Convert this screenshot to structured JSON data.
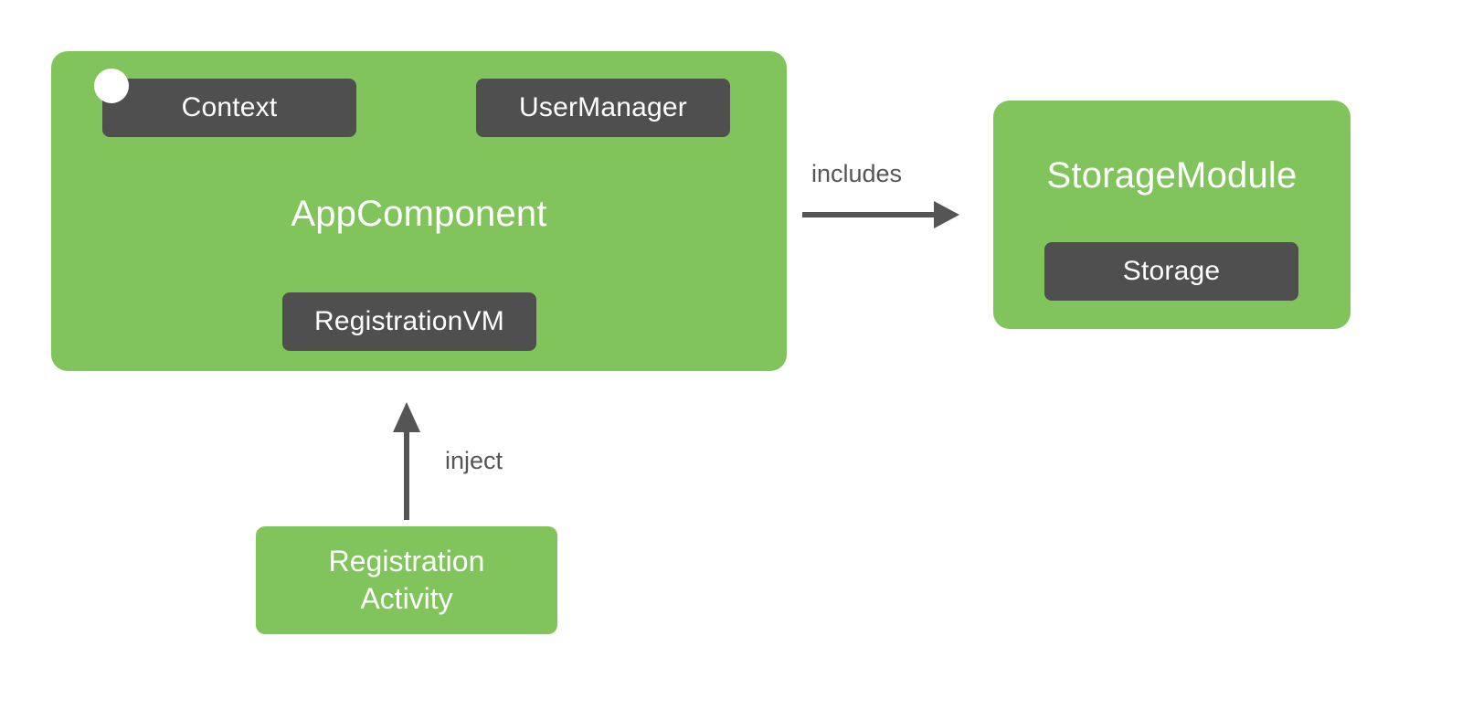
{
  "diagram": {
    "type": "dependency-injection-component-diagram",
    "background_color": "#FFFFFF",
    "palette": {
      "container_green": "#82C45C",
      "chip_dark": "#4F4F4F",
      "text_on_dark": "#FFFFFF",
      "text_on_green": "#FFFFFF",
      "edge_gray": "#555555",
      "entry_dot": "#FFFFFF"
    },
    "components": [
      {
        "id": "app-component",
        "title": "AppComponent",
        "kind": "component",
        "has_entry_point_marker": true,
        "dependencies": [
          {
            "id": "context",
            "label": "Context"
          },
          {
            "id": "user-manager",
            "label": "UserManager"
          },
          {
            "id": "registration-vm",
            "label": "RegistrationVM"
          }
        ]
      },
      {
        "id": "storage-module",
        "title": "StorageModule",
        "kind": "module",
        "has_entry_point_marker": false,
        "dependencies": [
          {
            "id": "storage",
            "label": "Storage"
          }
        ]
      }
    ],
    "nodes": [
      {
        "id": "registration-activity",
        "kind": "activity",
        "label_line1": "Registration",
        "label_line2": "Activity"
      }
    ],
    "edges": [
      {
        "id": "includes-edge",
        "label": "includes",
        "from": "app-component",
        "to": "storage-module",
        "direction": "right"
      },
      {
        "id": "inject-edge",
        "label": "inject",
        "from": "registration-activity",
        "to": "app-component",
        "direction": "up"
      }
    ]
  }
}
